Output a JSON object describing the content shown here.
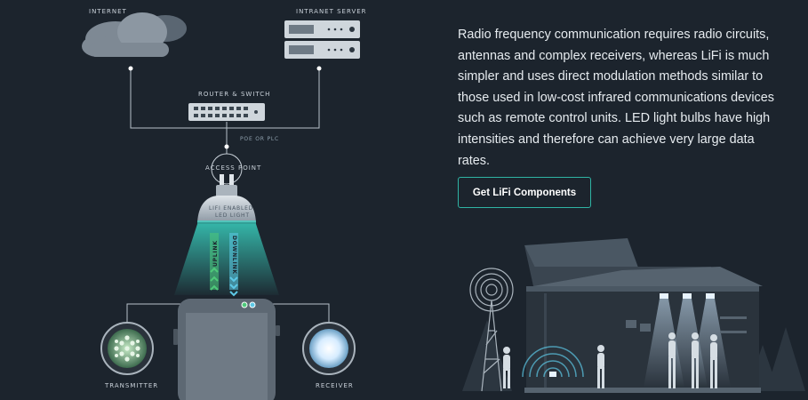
{
  "diagram": {
    "internet_label": "INTERNET",
    "intranet_label": "INTRANET SERVER",
    "router_label": "ROUTER & SWITCH",
    "poe_label": "POE OR PLC",
    "access_point_label": "ACCESS POINT",
    "bulb_label_line1": "LIFI ENABLED",
    "bulb_label_line2": "LED LIGHT",
    "uplink_label": "UPLINK",
    "downlink_label": "DOWNLINK",
    "transmitter_label": "TRANSMITTER",
    "receiver_label": "RECEIVER",
    "colors": {
      "background": "#1c242d",
      "line": "#b8c2ca",
      "beam": "#3ad6c4",
      "downlink": "#5dc8e6",
      "uplink": "#4ec97a",
      "accent": "#2fb4a4"
    }
  },
  "content": {
    "paragraph": "Radio frequency communication requires radio circuits, antennas and complex receivers, whereas LiFi is much simpler and uses direct modulation methods similar to those used in low-cost infrared communications devices such as remote control units. LED light bulbs have high intensities and therefore can achieve very large data rates.",
    "cta_label": "Get LiFi Components"
  },
  "illustration": {
    "subject": "house-with-lifi-lighting-and-radio-tower",
    "icons": [
      "cell-tower-icon",
      "wifi-waves-icon",
      "light-beam-icon",
      "person-icon"
    ]
  }
}
